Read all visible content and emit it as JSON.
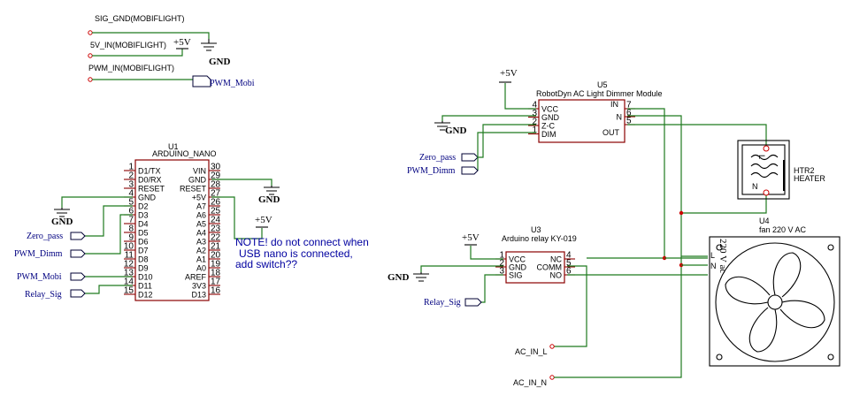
{
  "labels": {
    "sig_gnd": "SIG_GND(MOBIFLIGHT)",
    "v5_in": "5V_IN(MOBIFLIGHT)",
    "pwm_in": "PWM_IN(MOBIFLIGHT)",
    "pwm_mobi_top": "PWM_Mobi",
    "plus5v": "+5V",
    "gnd": "GND"
  },
  "u1": {
    "ref": "U1",
    "name": "ARDUINO_NANO",
    "left_pins": [
      {
        "num": "1",
        "name": "D1/TX"
      },
      {
        "num": "2",
        "name": "D0/RX"
      },
      {
        "num": "3",
        "name": "RESET"
      },
      {
        "num": "4",
        "name": "GND"
      },
      {
        "num": "5",
        "name": "D2"
      },
      {
        "num": "6",
        "name": "D3"
      },
      {
        "num": "7",
        "name": "D4"
      },
      {
        "num": "8",
        "name": "D5"
      },
      {
        "num": "9",
        "name": "D6"
      },
      {
        "num": "10",
        "name": "D7"
      },
      {
        "num": "11",
        "name": "D8"
      },
      {
        "num": "12",
        "name": "D9"
      },
      {
        "num": "13",
        "name": "D10"
      },
      {
        "num": "14",
        "name": "D11"
      },
      {
        "num": "15",
        "name": "D12"
      }
    ],
    "right_pins": [
      {
        "num": "30",
        "name": "VIN"
      },
      {
        "num": "29",
        "name": "GND"
      },
      {
        "num": "28",
        "name": "RESET"
      },
      {
        "num": "27",
        "name": "+5V"
      },
      {
        "num": "26",
        "name": "A7"
      },
      {
        "num": "25",
        "name": "A6"
      },
      {
        "num": "24",
        "name": "A5"
      },
      {
        "num": "23",
        "name": "A4"
      },
      {
        "num": "22",
        "name": "A3"
      },
      {
        "num": "21",
        "name": "A2"
      },
      {
        "num": "20",
        "name": "A1"
      },
      {
        "num": "19",
        "name": "A0"
      },
      {
        "num": "18",
        "name": "AREF"
      },
      {
        "num": "17",
        "name": "3V3"
      },
      {
        "num": "16",
        "name": "D13"
      }
    ]
  },
  "u1_ports": {
    "zero_pass": "Zero_pass",
    "pwm_dimm": "PWM_Dimm",
    "pwm_mobi": "PWM_Mobi",
    "relay_sig": "Relay_Sig"
  },
  "note": {
    "line1": "NOTE! do not connect when",
    "line2": "USB nano is connected,",
    "line3": "add switch??"
  },
  "u5": {
    "ref": "U5",
    "name": "RobotDyn AC Light Dimmer Module",
    "left_pins": [
      {
        "num": "4",
        "name": "VCC"
      },
      {
        "num": "3",
        "name": "GND"
      },
      {
        "num": "2",
        "name": "Z-C"
      },
      {
        "num": "1",
        "name": "DIM"
      }
    ],
    "right_pins": [
      {
        "num": "7",
        "name": "IN"
      },
      {
        "num": "6",
        "name": "N"
      },
      {
        "num": "5",
        "name": "OUT"
      }
    ],
    "out_label": "OUT",
    "in_label": "IN"
  },
  "u5_ports": {
    "zero_pass": "Zero_pass",
    "pwm_dimm": "PWM_Dimm"
  },
  "htr2": {
    "ref": "HTR2",
    "name": "HEATER",
    "l": "L",
    "n": "N"
  },
  "u3": {
    "ref": "U3",
    "name": "Arduino relay KY-019",
    "left_pins": [
      {
        "num": "1",
        "name": "VCC"
      },
      {
        "num": "2",
        "name": "GND"
      },
      {
        "num": "3",
        "name": "SIG"
      }
    ],
    "right_pins": [
      {
        "num": "4",
        "name": "NC"
      },
      {
        "num": "5",
        "name": "COMM"
      },
      {
        "num": "6",
        "name": "NO"
      }
    ]
  },
  "u3_ports": {
    "relay_sig": "Relay_Sig"
  },
  "u4": {
    "ref": "U4",
    "name": "fan 220 V AC",
    "body_text": "220 V ac",
    "l": "L",
    "n": "N"
  },
  "ac": {
    "in_l": "AC_IN_L",
    "in_n": "AC_IN_N"
  }
}
